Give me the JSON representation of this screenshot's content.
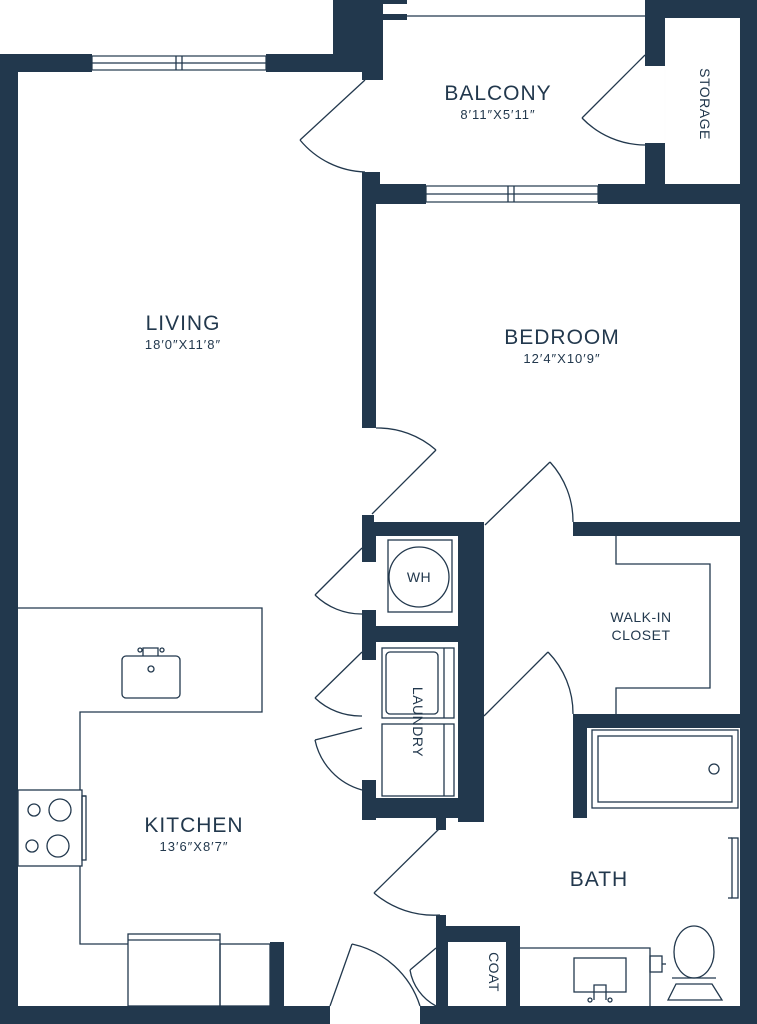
{
  "rooms": {
    "balcony": {
      "name": "BALCONY",
      "dims": "8′11″X5′11″"
    },
    "living": {
      "name": "LIVING",
      "dims": "18′0″X11′8″"
    },
    "bedroom": {
      "name": "BEDROOM",
      "dims": "12′4″X10′9″"
    },
    "kitchen": {
      "name": "KITCHEN",
      "dims": "13′6″X8′7″"
    },
    "bath": {
      "name": "BATH"
    },
    "storage": {
      "name": "STORAGE"
    },
    "walkin": {
      "line1": "WALK-IN",
      "line2": "CLOSET"
    },
    "wh": {
      "name": "WH"
    },
    "laundry": {
      "name": "LAUNDRY"
    },
    "coat": {
      "name": "COAT"
    }
  },
  "colors": {
    "wall": "#22384d",
    "background": "#ffffff"
  }
}
